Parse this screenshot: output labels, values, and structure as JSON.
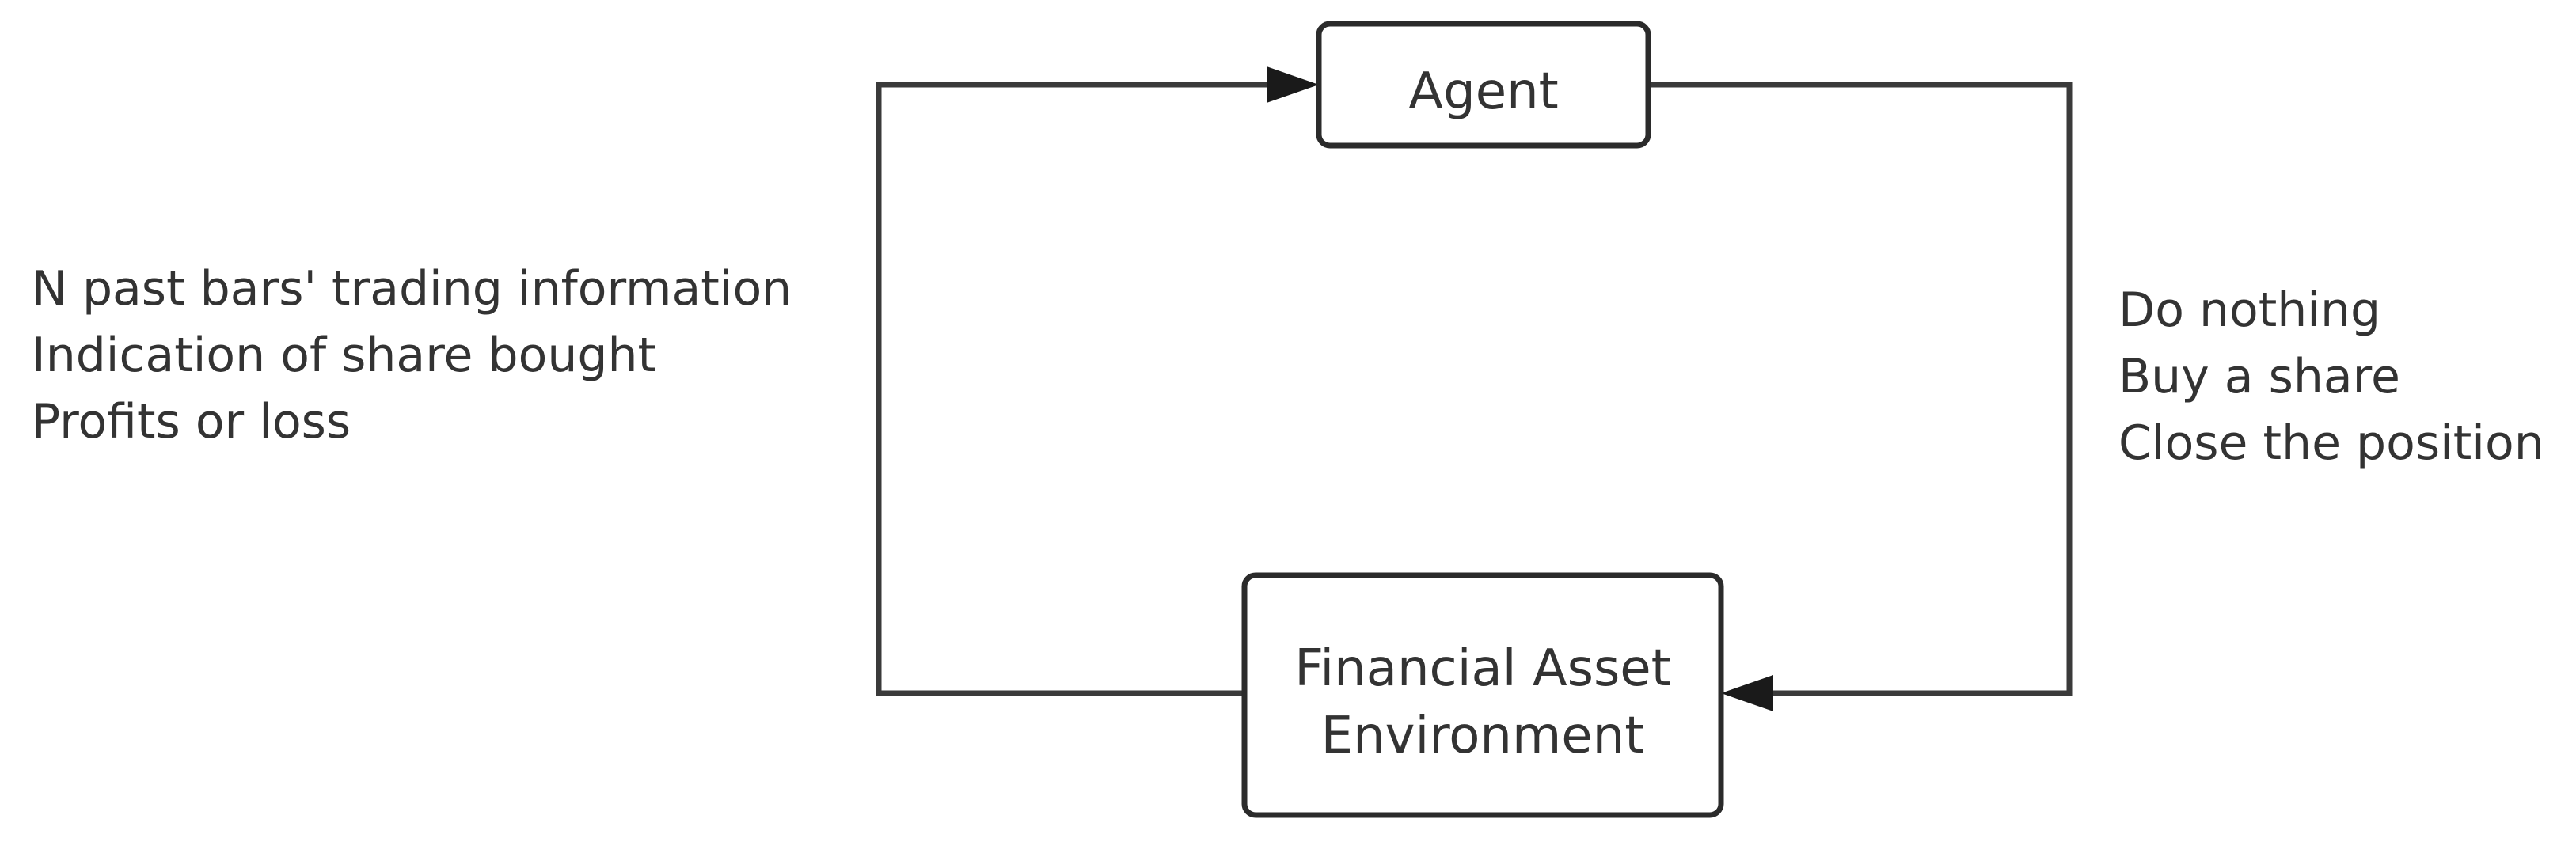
{
  "nodes": {
    "agent": {
      "label": "Agent"
    },
    "environment": {
      "lines": [
        "Financial Asset",
        "Environment"
      ]
    }
  },
  "observations": {
    "lines": [
      "N past bars' trading information",
      "Indication of share bought",
      "Profits or loss"
    ]
  },
  "actions": {
    "lines": [
      "Do nothing",
      "Buy a share",
      "Close the position"
    ]
  },
  "colors": {
    "stroke": "#2b2b2b",
    "text": "#333333",
    "background": "#ffffff"
  }
}
